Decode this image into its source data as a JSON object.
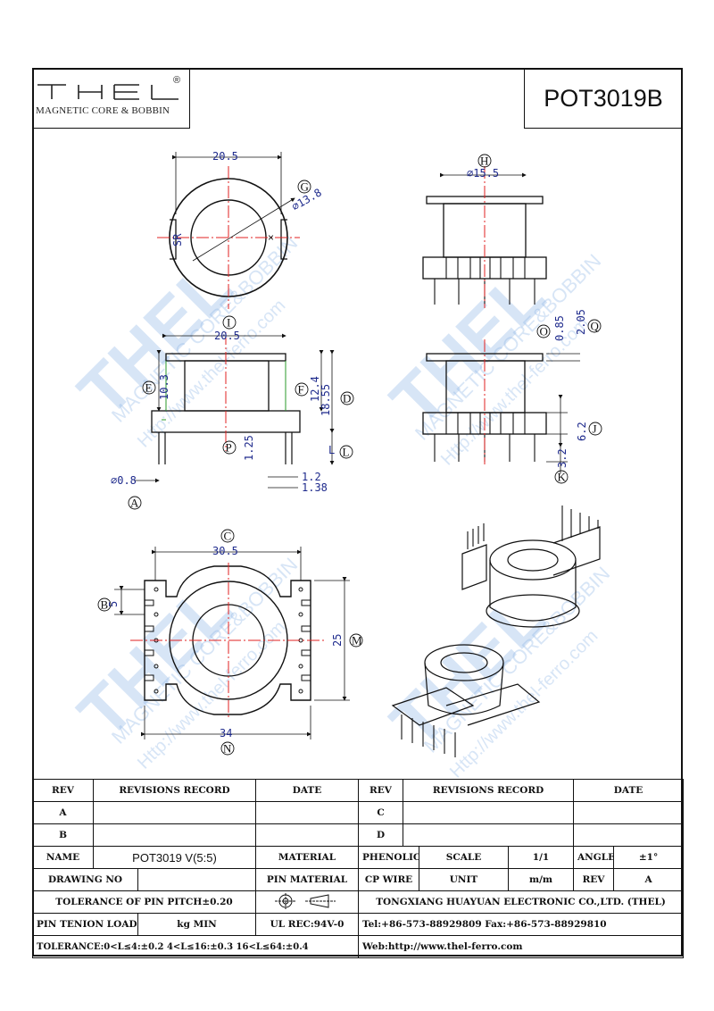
{
  "header": {
    "logo_main": "THEL",
    "logo_registered": "®",
    "logo_subtitle": "MAGNETIC CORE & BOBBIN",
    "model": "POT3019B"
  },
  "watermark": {
    "brand": "THEL",
    "line1": "MAGNETIC CORE&BOBBIN",
    "line2": "Http://www.thel-ferro.com",
    "registered": "R"
  },
  "drawing": {
    "top_view": {
      "width": "20.5",
      "diameter_g": "⌀13.8",
      "sr": "SR",
      "cross": "×"
    },
    "side_view_right": {
      "diameter_h": "⌀15.5"
    },
    "side_view_left": {
      "width": "20.5",
      "h_e": "10.3",
      "h_f": "12.4",
      "h_d": "18.55",
      "p_val": "1.25",
      "l_char": "L",
      "pin_d": "⌀0.8",
      "w1": "1.2",
      "w2": "1.38"
    },
    "front_view_right": {
      "o_val": "0.85",
      "q_val": "2.05",
      "j_val": "6.2",
      "k_val": "3.2"
    },
    "bottom_view": {
      "width_c": "30.5",
      "pitch_b": "5",
      "height_m": "25",
      "width_n": "34"
    },
    "labels": {
      "A": "A",
      "B": "B",
      "C": "C",
      "D": "D",
      "E": "E",
      "F": "F",
      "G": "G",
      "H": "H",
      "I": "I",
      "J": "J",
      "K": "K",
      "L": "L",
      "M": "M",
      "N": "N",
      "O": "O",
      "P": "P",
      "Q": "Q"
    }
  },
  "title_block": {
    "rev_header": "REV",
    "revisions_record": "REVISIONS RECORD",
    "date": "DATE",
    "rev_a": "A",
    "rev_b": "B",
    "rev_c": "C",
    "rev_d": "D",
    "name_label": "NAME",
    "name_value": "POT3019 V(5:5)",
    "material_label": "MATERIAL",
    "material_value": "PHENOLIC",
    "scale_label": "SCALE",
    "scale_value": "1/1",
    "angle_label": "ANGLE",
    "angle_value": "±1°",
    "drawing_no_label": "DRAWING NO",
    "pin_material_label": "PIN MATERIAL",
    "pin_material_value": "CP WIRE",
    "unit_label": "UNIT",
    "unit_value": "m/m",
    "rev_label2": "REV",
    "rev_value2": "A",
    "tolerance_pitch": "TOLERANCE OF PIN PITCH±0.20",
    "company": "TONGXIANG HUAYUAN ELECTRONIC CO.,LTD. (THEL)",
    "pin_tension": "PIN TENION LOAD",
    "kg_min": "kg MIN",
    "ul_rec": "UL REC:94V-0",
    "tel": "Tel:+86-573-88929809 Fax:+86-573-88929810",
    "tolerance": "TOLERANCE:0<L≤4:±0.2  4<L≤16:±0.3  16<L≤64:±0.4",
    "web": "Web:http://www.thel-ferro.com"
  }
}
